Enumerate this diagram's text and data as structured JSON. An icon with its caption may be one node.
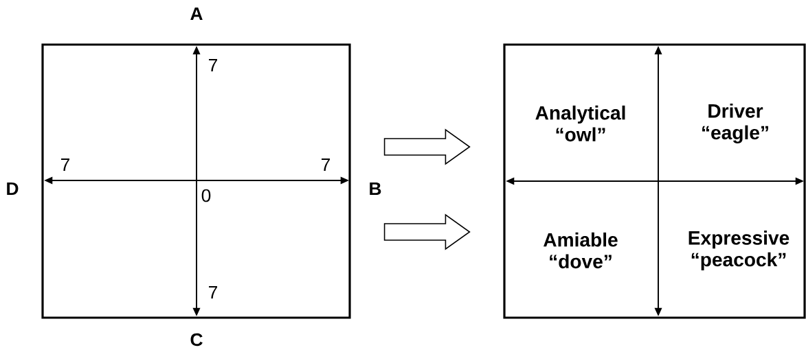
{
  "diagram": {
    "nodes": [
      {
        "text": [],
        "shape": "box"
      },
      {
        "text": [
          "Analytical “owl”",
          "Driver “eagle”",
          "Amiable “dove”",
          "Expressive “peacock”"
        ]
      }
    ],
    "edges": [
      {
        "from": 0,
        "to": 1,
        "arrow": "to"
      },
      {
        "from": 0,
        "to": 1,
        "arrow": "to"
      }
    ],
    "labels": [
      "A",
      "7",
      "7",
      "7",
      "D",
      "0",
      "B",
      "7",
      "C"
    ]
  }
}
